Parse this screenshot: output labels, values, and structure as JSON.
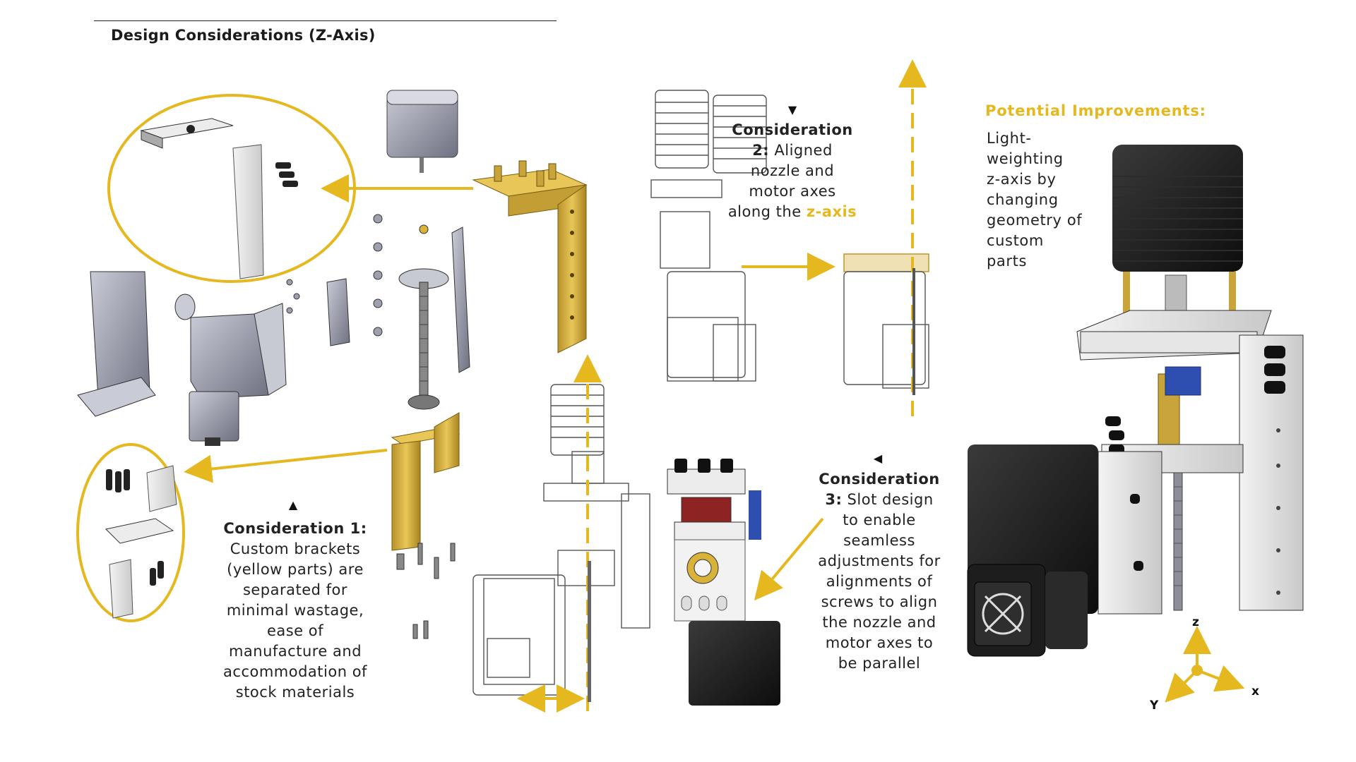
{
  "title": "Design Considerations (Z-Axis)",
  "consideration_1": {
    "marker": "▲",
    "heading": "Consideration 1:",
    "body": [
      "Custom brackets",
      "(yellow parts) are",
      "separated for",
      "minimal wastage,",
      "ease of",
      "manufacture and",
      "accommodation of",
      "stock materials"
    ]
  },
  "consideration_2": {
    "marker": "▼",
    "heading_line1": "Consideration",
    "heading_line2": "2:",
    "body_line2": " Aligned",
    "body": [
      "nozzle and",
      "motor axes"
    ],
    "last_line_prefix": "along the ",
    "last_line_highlight": "z-axis"
  },
  "consideration_3": {
    "marker": "◀",
    "heading_line1": "Consideration",
    "heading_line2": "3:",
    "body_line2": " Slot design",
    "body": [
      "to enable",
      "seamless",
      "adjustments for",
      "alignments of",
      "screws to align",
      "the nozzle and",
      "motor axes to",
      "be parallel"
    ]
  },
  "improvements": {
    "title": "Potential Improvements:",
    "body": [
      "Light-",
      "weighting",
      "z-axis by",
      "changing",
      "geometry of",
      "custom",
      "parts"
    ]
  },
  "axes": {
    "z": "z",
    "x": "x",
    "y": "Y"
  },
  "colors": {
    "accent_yellow": "#e5b81f",
    "bracket_gold": "#d9b23a",
    "metal_gray": "#9a9cab",
    "dark_motor": "#1c1c1c",
    "text": "#222222"
  }
}
